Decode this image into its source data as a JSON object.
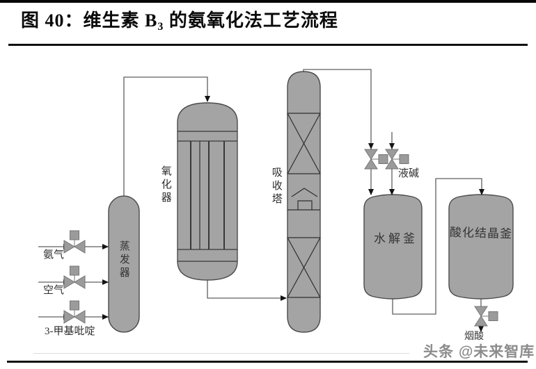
{
  "header": {
    "title_prefix": "图 40：维生素 B",
    "title_sub": "3",
    "title_suffix": " 的氨氧化法工艺流程"
  },
  "diagram": {
    "feeds": [
      {
        "label": "氨气"
      },
      {
        "label": "空气"
      },
      {
        "label": "3-甲基吡啶"
      }
    ],
    "equipment": {
      "evaporator": "蒸发器",
      "oxidizer": "氧化器",
      "absorber": "吸收塔",
      "hydrolysis_kettle": "水解釜",
      "acidification_crystallization_kettle": "酸化结晶釜"
    },
    "streams": {
      "liquid_alkali": "液碱",
      "niacin": "烟酸"
    },
    "icons": [
      "valve-icon",
      "arrow-icon"
    ]
  },
  "watermark": {
    "text": "头条 @未来智库",
    "color": "#8c8c8c"
  },
  "colors": {
    "vessel_fill": "#a4a4a4",
    "vessel_stroke": "#4a4a4a",
    "pipe": "#5f5f5f",
    "arrow": "#141414",
    "valve_fill": "#9b9b9b",
    "rule": "#101010"
  }
}
